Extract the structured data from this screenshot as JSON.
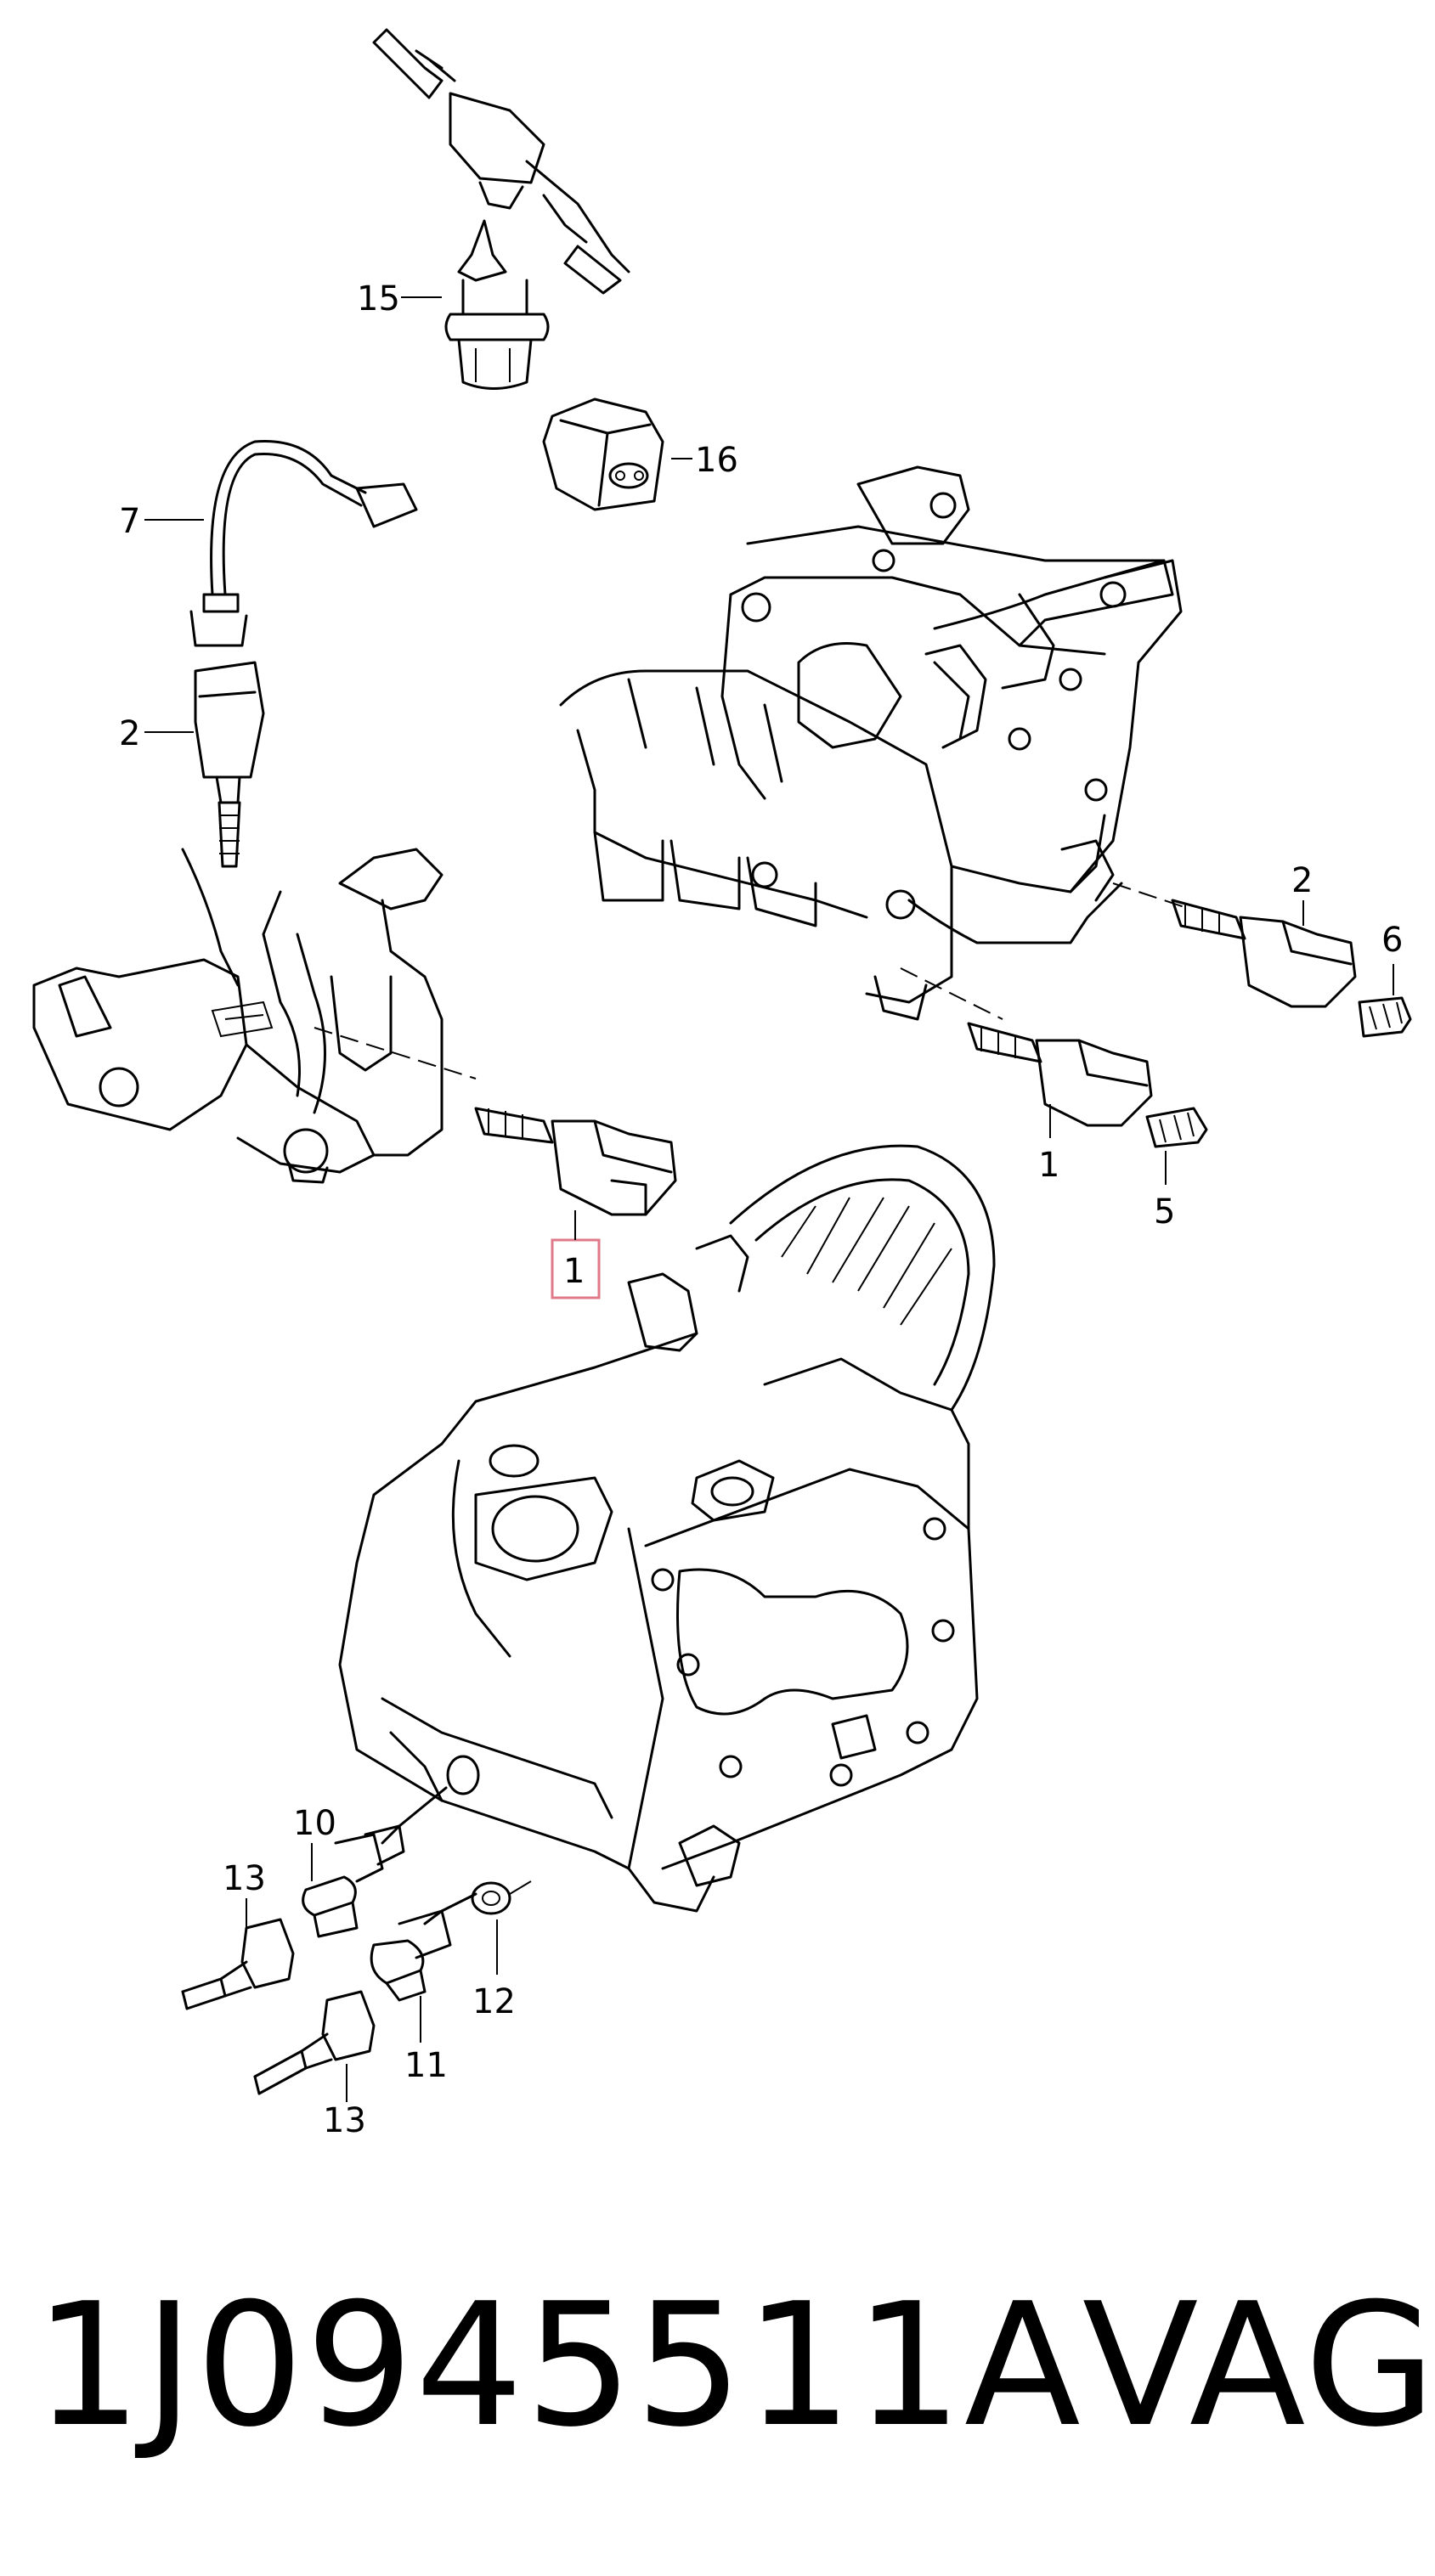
{
  "callouts": {
    "c15": "15",
    "c16": "16",
    "c7": "7",
    "c2a": "2",
    "c2b": "2",
    "c6": "6",
    "c1a": "1",
    "c1b": "1",
    "c5": "5",
    "c10": "10",
    "c13a": "13",
    "c12": "12",
    "c11": "11",
    "c13b": "13"
  },
  "highlighted_callout": "1",
  "caption": {
    "part_number": "1J0945511A",
    "brand": "VAG"
  },
  "colors": {
    "line": "#000000",
    "highlight": "#e07a8a",
    "background": "#ffffff"
  }
}
